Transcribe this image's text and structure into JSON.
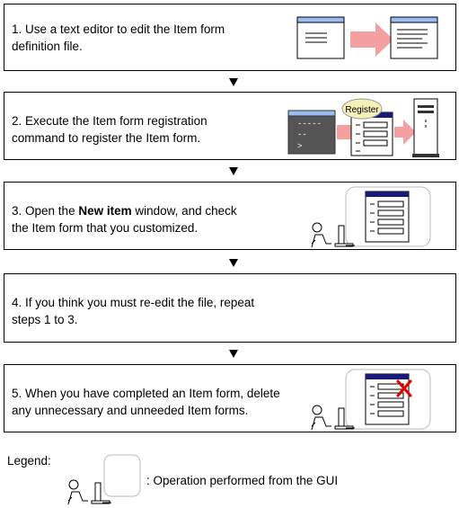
{
  "steps": [
    {
      "num": "1.",
      "line1": "Use a text editor to edit the Item form",
      "line2": "definition file."
    },
    {
      "num": "2.",
      "line1": "Execute the Item form registration",
      "line2": "command to register the Item form."
    },
    {
      "num": "3.",
      "line1_pre": "Open the ",
      "line1_bold": "New item",
      "line1_post": " window, and check",
      "line2": "the Item form that you customized."
    },
    {
      "num": "4.",
      "line1": "If you think you must re-edit the file, repeat",
      "line2": "steps 1 to 3."
    },
    {
      "num": "5.",
      "line1": "When you have completed an Item form, delete",
      "line2": "any unnecessary and unneeded Item forms."
    }
  ],
  "icons": {
    "register_label": "Register",
    "terminal_lines": [
      "-----",
      "--",
      ">"
    ]
  },
  "legend": {
    "label": "Legend:",
    "gui_operation": ": Operation performed from the GUI"
  },
  "colors": {
    "window_title": "#99bbee",
    "form_title": "#1a1a7a",
    "arrow_pink": "#f4a0a0",
    "terminal_bg": "#555555",
    "bubble": "#f4f0b8",
    "delete_mark": "#e00000"
  }
}
